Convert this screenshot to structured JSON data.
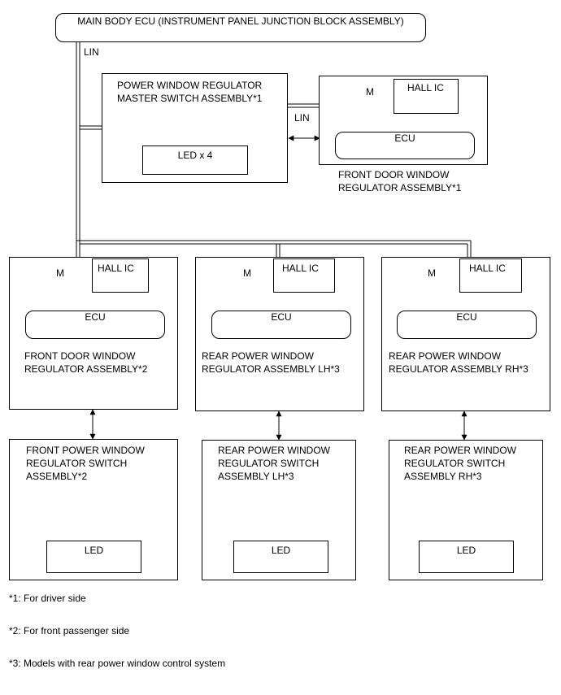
{
  "ecu_main": "MAIN BODY ECU (INSTRUMENT PANEL JUNCTION BLOCK ASSEMBLY)",
  "lin": "LIN",
  "master_switch": {
    "line1": "POWER WINDOW REGULATOR",
    "line2": "MASTER SWITCH ASSEMBLY*1",
    "led": "LED x 4"
  },
  "motor_symbol": "M",
  "hall_ic": "HALL IC",
  "ecu": "ECU",
  "fr_door_driver": {
    "line1": "FRONT DOOR WINDOW",
    "line2": "REGULATOR ASSEMBLY*1"
  },
  "regulators": [
    {
      "line1": "FRONT DOOR WINDOW",
      "line2": "REGULATOR ASSEMBLY*2"
    },
    {
      "line1": "REAR POWER WINDOW",
      "line2": "REGULATOR ASSEMBLY LH*3"
    },
    {
      "line1": "REAR POWER WINDOW",
      "line2": "REGULATOR ASSEMBLY RH*3"
    }
  ],
  "switches": [
    {
      "line1": "FRONT POWER WINDOW",
      "line2": "REGULATOR SWITCH",
      "line3": "ASSEMBLY*2",
      "led": "LED"
    },
    {
      "line1": "REAR POWER WINDOW",
      "line2": "REGULATOR SWITCH",
      "line3": "ASSEMBLY LH*3",
      "led": "LED"
    },
    {
      "line1": "REAR POWER WINDOW",
      "line2": "REGULATOR SWITCH",
      "line3": "ASSEMBLY RH*3",
      "led": "LED"
    }
  ],
  "notes": [
    "*1: For driver side",
    "*2: For front passenger side",
    "*3: Models with rear power window control system"
  ]
}
